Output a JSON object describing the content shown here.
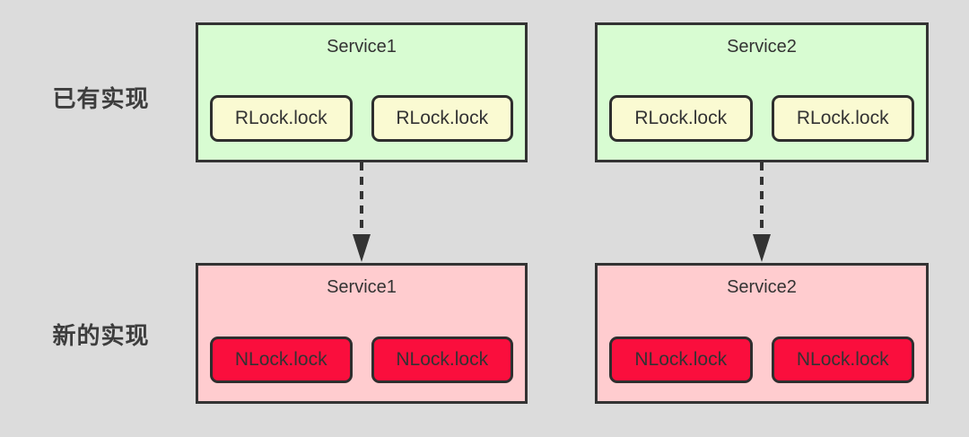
{
  "page": {
    "background": "#dcdcdc"
  },
  "colors": {
    "border": "#333333",
    "existing_service_fill": "#d8fcd2",
    "existing_lock_fill": "#fafad2",
    "new_service_fill": "#ffcccf",
    "new_lock_fill": "#fa0e3d",
    "label_text": "#3d3d3d",
    "box_text": "#333333",
    "arrow": "#333333"
  },
  "rows": [
    {
      "label": "已有实现",
      "services": [
        {
          "title": "Service1",
          "locks": [
            "RLock.lock",
            "RLock.lock"
          ]
        },
        {
          "title": "Service2",
          "locks": [
            "RLock.lock",
            "RLock.lock"
          ]
        }
      ]
    },
    {
      "label": "新的实现",
      "services": [
        {
          "title": "Service1",
          "locks": [
            "NLock.lock",
            "NLock.lock"
          ]
        },
        {
          "title": "Service2",
          "locks": [
            "NLock.lock",
            "NLock.lock"
          ]
        }
      ]
    }
  ],
  "arrows": [
    {
      "name": "dashed-arrow-down",
      "from": "Service1 已有实现",
      "to": "Service1 新的实现"
    },
    {
      "name": "dashed-arrow-down",
      "from": "Service2 已有实现",
      "to": "Service2 新的实现"
    }
  ]
}
